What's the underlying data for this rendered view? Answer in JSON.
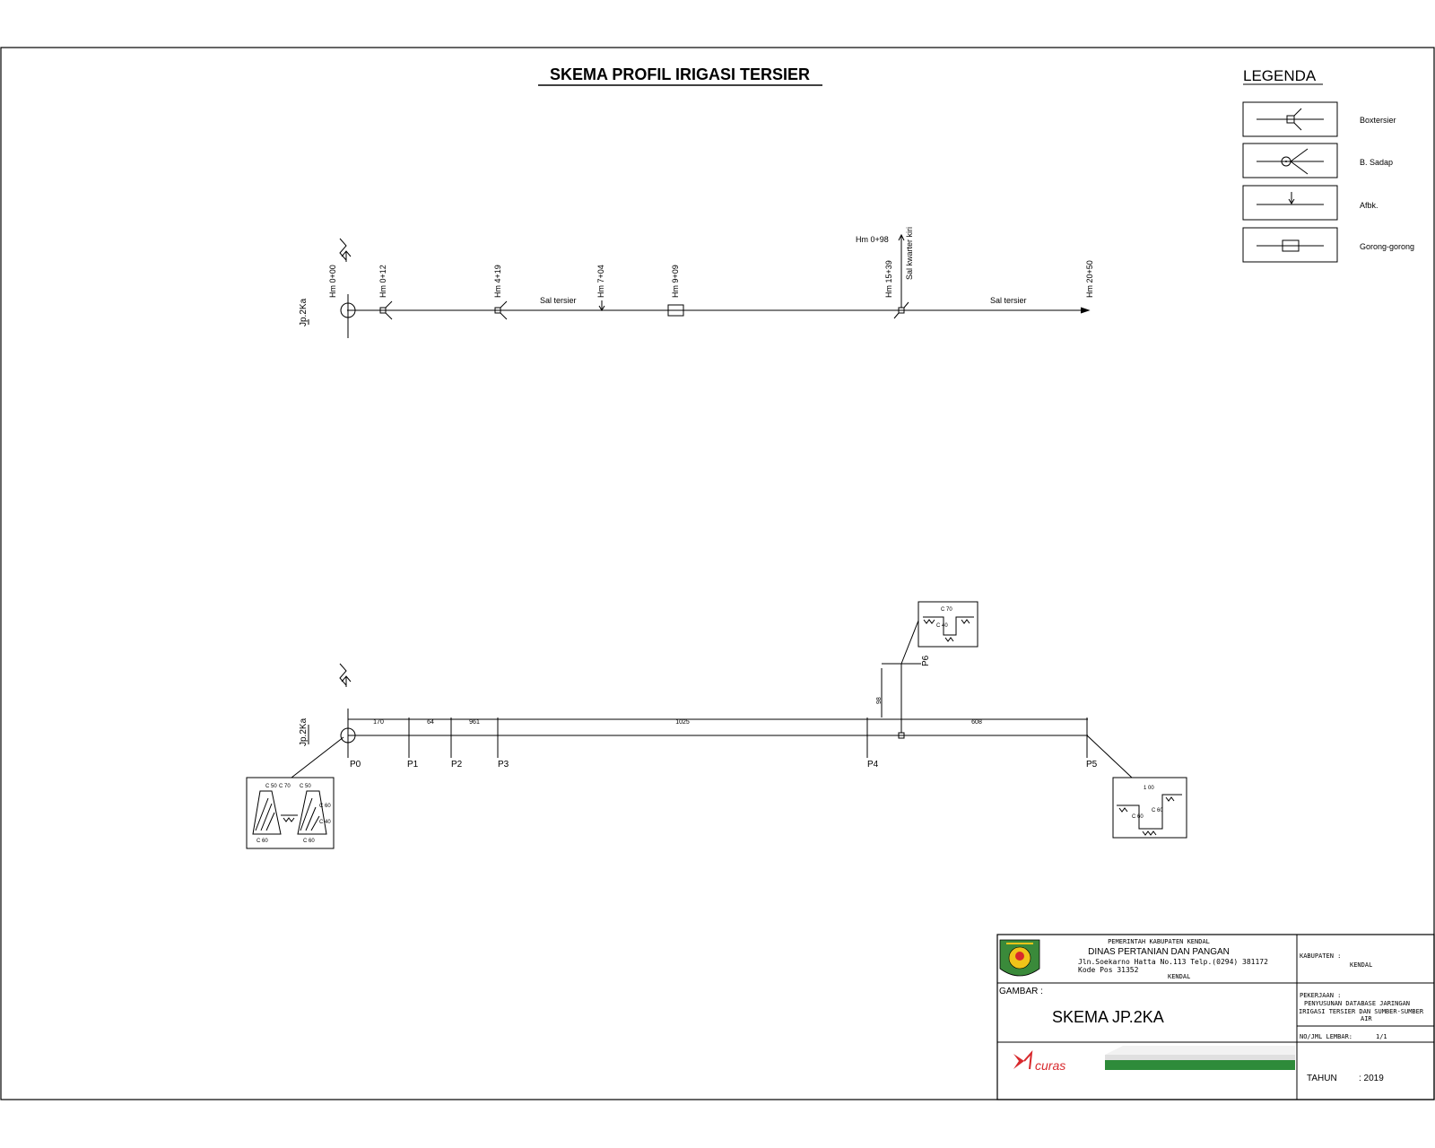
{
  "title": "SKEMA PROFIL IRIGASI TERSIER",
  "legend": {
    "heading": "LEGENDA",
    "items": [
      {
        "label": "Boxtersier",
        "icon": "box-tersier-symbol"
      },
      {
        "label": "B. Sadap",
        "icon": "b-sadap-symbol"
      },
      {
        "label": "Afbk.",
        "icon": "afbk-symbol"
      },
      {
        "label": "Gorong-gorong",
        "icon": "gorong-gorong-symbol"
      }
    ]
  },
  "schema": {
    "source": "Jp.2Ka",
    "stations": [
      "Hm 0+00",
      "Hm 0+12",
      "Hm 4+19",
      "Hm 7+04",
      "Hm 9+09",
      "Hm 15+39",
      "Hm 20+50"
    ],
    "branch_station": "Hm 0+98",
    "branch_label": "Sal kwarter kiri",
    "segment_labels": [
      "Sal tersier",
      "Sal tersier"
    ]
  },
  "profile": {
    "source": "Jp.2Ka",
    "points": [
      "P0",
      "P1",
      "P2",
      "P3",
      "P4",
      "P5",
      "P6"
    ],
    "lengths": [
      "170",
      "64",
      "961",
      "1025",
      "608"
    ],
    "branch_length": "98",
    "sections": {
      "left": {
        "dims": [
          "C 50",
          "C 70",
          "C 50",
          "C 60",
          "C 40",
          "C 60",
          "C 60"
        ]
      },
      "top": {
        "dims": [
          "C 70",
          "C 40"
        ]
      },
      "right": {
        "dims": [
          "1 00",
          "C 60",
          "C 60"
        ]
      }
    }
  },
  "title_block": {
    "gov": "PEMERINTAH KABUPATEN KENDAL",
    "agency": "DINAS PERTANIAN DAN PANGAN",
    "address": "Jln.Soekarno Hatta No.113 Telp.(0294) 381172",
    "postal": "Kode Pos 31352",
    "city": "KENDAL",
    "gambar_label": "GAMBAR :",
    "drawing_name": "SKEMA JP.2KA",
    "kabupaten_label": "KABUPATEN :",
    "kabupaten": "KENDAL",
    "pekerjaan_label": "PEKERJAAN :",
    "pekerjaan_lines": [
      "PENYUSUNAN DATABASE JARINGAN",
      "IRIGASI TERSIER DAN SUMBER-SUMBER",
      "AIR"
    ],
    "sheet_label": "NO/JML LEMBAR:",
    "sheet": "1/1",
    "tahun_label": "TAHUN",
    "tahun": ": 2019",
    "logo_text": "curas",
    "colors": {
      "logo_red": "#d8282c",
      "band_green": "#2e8b3a"
    }
  }
}
